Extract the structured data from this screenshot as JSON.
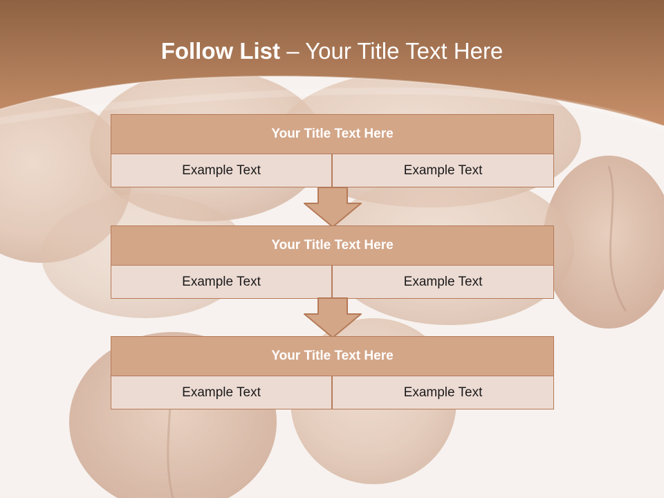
{
  "slide": {
    "title_bold": "Follow List",
    "title_rest": "– Your Title Text Here",
    "colors": {
      "header_top": "#8e6243",
      "header_bottom": "#c8906a",
      "box_header": "#d3a688",
      "box_cell": "#ecdbd3",
      "border": "#b57a57"
    },
    "background_image": "walnuts-photo",
    "blocks": [
      {
        "title": "Your Title Text Here",
        "left": "Example Text",
        "right": "Example Text"
      },
      {
        "title": "Your Title Text Here",
        "left": "Example Text",
        "right": "Example Text"
      },
      {
        "title": "Your Title Text Here",
        "left": "Example Text",
        "right": "Example Text"
      }
    ],
    "arrows": [
      "down-arrow-icon",
      "down-arrow-icon"
    ]
  }
}
